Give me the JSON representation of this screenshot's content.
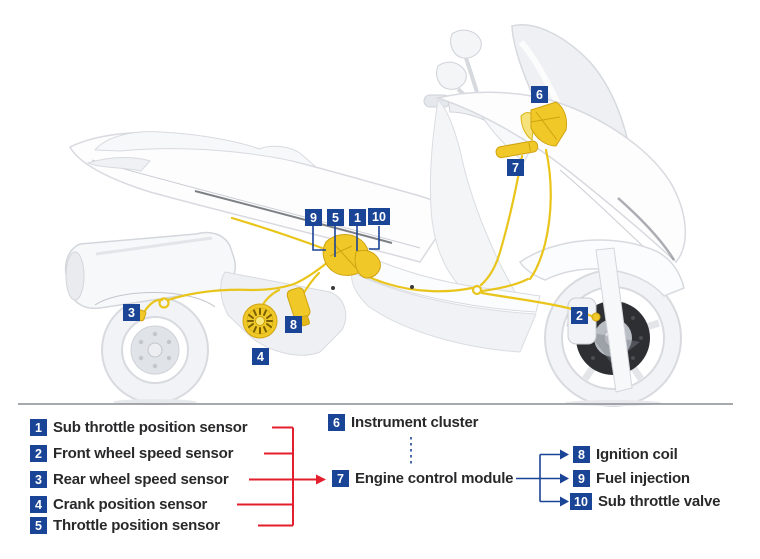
{
  "colors": {
    "marker_blue": "#1a4496",
    "connector_red": "#e31e2d",
    "harness_yellow": "#e9c51c",
    "component_yellow": "#f0c929",
    "text_dark": "#29292b"
  },
  "legend": {
    "items": [
      {
        "num": "1",
        "label": "Sub throttle position sensor"
      },
      {
        "num": "2",
        "label": "Front wheel speed sensor"
      },
      {
        "num": "3",
        "label": "Rear wheel speed sensor"
      },
      {
        "num": "4",
        "label": "Crank position sensor"
      },
      {
        "num": "5",
        "label": "Throttle position sensor"
      },
      {
        "num": "6",
        "label": "Instrument cluster"
      },
      {
        "num": "7",
        "label": "Engine control module"
      },
      {
        "num": "8",
        "label": "Ignition coil"
      },
      {
        "num": "9",
        "label": "Fuel injection"
      },
      {
        "num": "10",
        "label": "Sub throttle valve"
      }
    ]
  }
}
